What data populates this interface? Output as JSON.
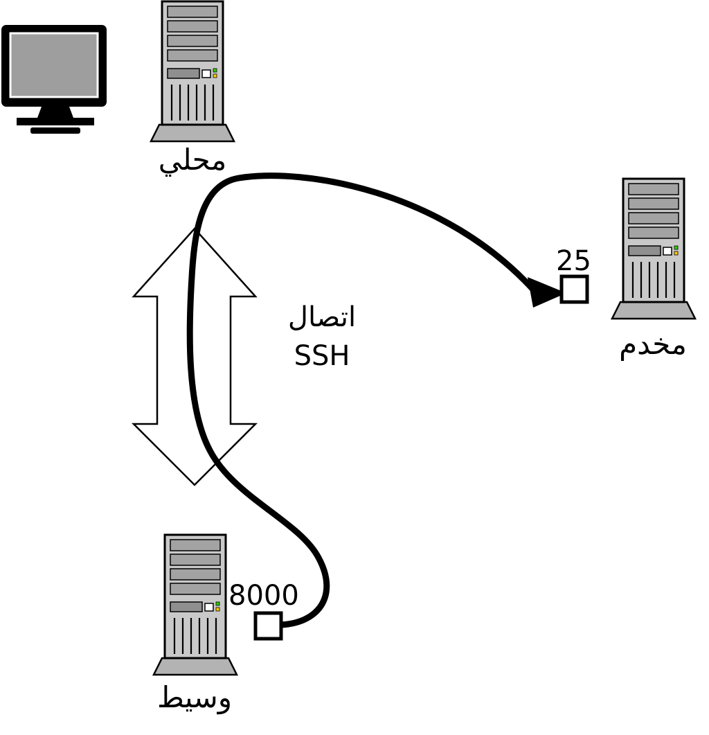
{
  "colors": {
    "bg": "#ffffff",
    "line": "#000000",
    "tower-body": "#c9c9c9",
    "tower-slot": "#a3a3a3",
    "tower-base": "#b3b3b3",
    "tower-drive": "#8f8f8f",
    "led-green": "#33cc00",
    "led-yellow": "#ffcc00",
    "monitor-screen": "#9e9e9e"
  },
  "icons": {
    "monitor": "crt-monitor-icon",
    "local": "tower-computer-icon",
    "server": "tower-computer-icon",
    "intermediate": "tower-computer-icon",
    "tunnel": "double-headed-arrow",
    "cable": "ssh-tunnel-curve"
  },
  "nodes": {
    "local": {
      "label": "محلي"
    },
    "server": {
      "label": "مخدم",
      "port": "25"
    },
    "intermediate": {
      "label": "وسيط",
      "port": "8000"
    }
  },
  "connection": {
    "label_line1": "اتصال",
    "label_line2": "SSH"
  }
}
